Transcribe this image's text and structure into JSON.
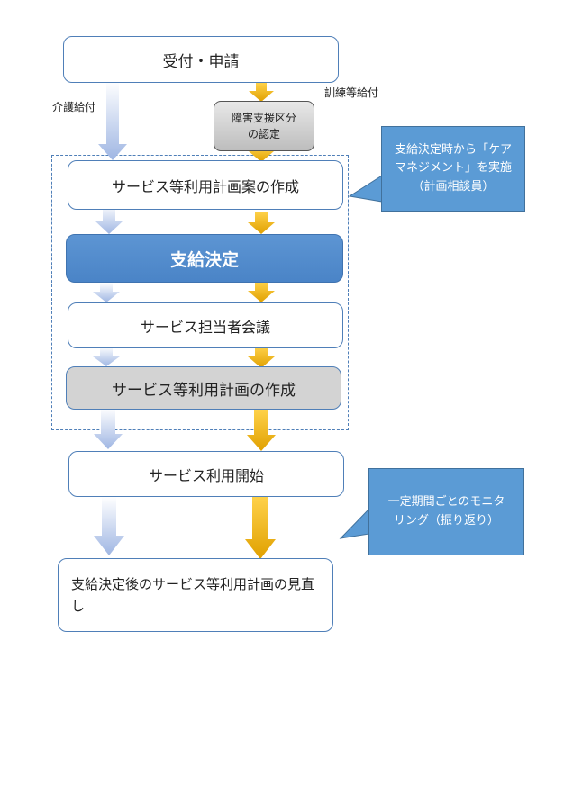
{
  "steps": {
    "intake": "受付・申請",
    "certification": "障害支援区分\nの認定",
    "plan_draft": "サービス等利用計画案の作成",
    "decision": "支給決定",
    "staff_meeting": "サービス担当者会議",
    "plan_create": "サービス等利用計画の作成",
    "service_start": "サービス利用開始",
    "review": "支給決定後のサービス等利用計画の見直し"
  },
  "labels": {
    "care_benefit": "介護給付",
    "training_benefit": "訓練等給付"
  },
  "callouts": {
    "care_management": "支給決定時から「ケア\nマネジメント」を実施\n（計画相談員）",
    "monitoring": "一定期間ごとのモニタ\nリング（振り返り）"
  },
  "colors": {
    "box_border": "#4f7fb8",
    "decision_fill": "#4a84c7",
    "callout_fill": "#5b9bd5",
    "blue_arrow": "#a9bfe6",
    "orange_arrow": "#f2b318"
  }
}
